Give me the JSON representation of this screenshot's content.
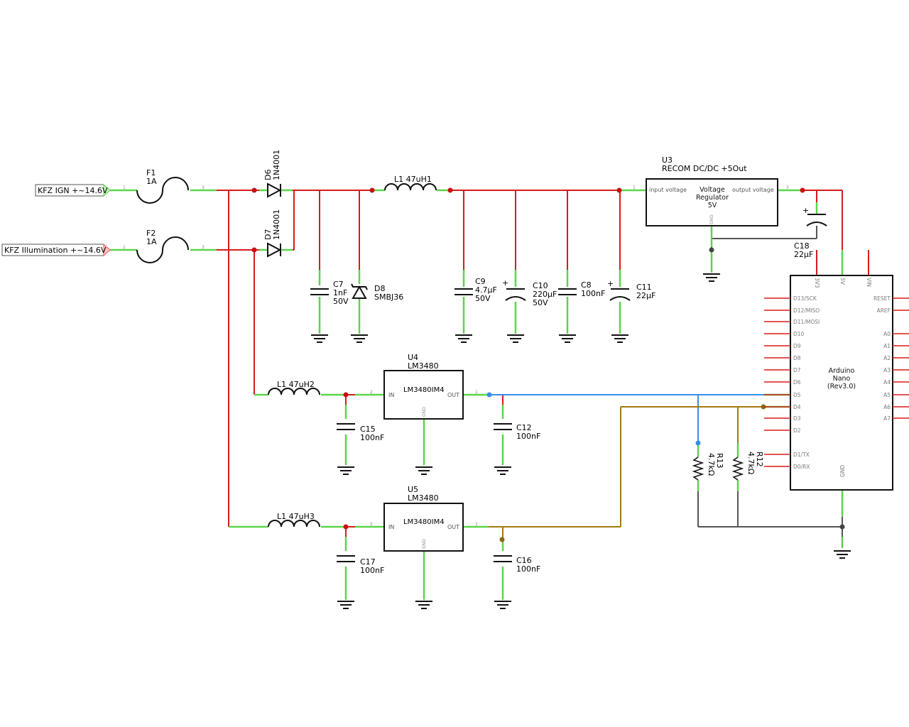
{
  "connectors": {
    "ign": "KFZ IGN +~14.6V",
    "illum": "KFZ Illumination +~14.6V"
  },
  "fuses": {
    "f1": {
      "name": "F1",
      "value": "1A"
    },
    "f2": {
      "name": "F2",
      "value": "1A"
    }
  },
  "diodes": {
    "d6": {
      "name": "D6",
      "part": "1N4001"
    },
    "d7": {
      "name": "D7",
      "part": "1N4001"
    },
    "d8": {
      "name": "D8",
      "part": "SMBJ36"
    }
  },
  "inductors": {
    "l1": "L1 47uH1",
    "l2": "L1 47uH2",
    "l3": "L1 47uH3"
  },
  "capacitors": {
    "c7": {
      "name": "C7",
      "value": "1nF",
      "voltage": "50V"
    },
    "c9": {
      "name": "C9",
      "value": "4.7µF",
      "voltage": "50V"
    },
    "c10": {
      "name": "C10",
      "value": "220µF",
      "voltage": "50V"
    },
    "c8": {
      "name": "C8",
      "value": "100nF"
    },
    "c11": {
      "name": "C11",
      "value": "22µF"
    },
    "c18": {
      "name": "C18",
      "value": "22µF"
    },
    "c15": {
      "name": "C15",
      "value": "100nF"
    },
    "c12": {
      "name": "C12",
      "value": "100nF"
    },
    "c17": {
      "name": "C17",
      "value": "100nF"
    },
    "c16": {
      "name": "C16",
      "value": "100nF"
    }
  },
  "regulator": {
    "ref": "U3",
    "title": "RECOM DC/DC +5Out",
    "label": [
      "Voltage",
      "Regulator",
      "5V"
    ],
    "in": "input voltage",
    "out": "output voltage",
    "gnd": "GND"
  },
  "u4": {
    "ref": "U4",
    "part": "LM3480",
    "body": "LM3480IM4",
    "in": "IN",
    "out": "OUT",
    "gnd": "GND"
  },
  "u5": {
    "ref": "U5",
    "part": "LM3480",
    "body": "LM3480IM4",
    "in": "IN",
    "out": "OUT",
    "gnd": "GND"
  },
  "resistors": {
    "r13": {
      "name": "R13",
      "value": "4.7kΩ"
    },
    "r12": {
      "name": "R12",
      "value": "4.7kΩ"
    }
  },
  "arduino": {
    "label": [
      "Arduino",
      "Nano",
      "(Rev3.0)"
    ],
    "top_pins": [
      "3V3",
      "5V",
      "VIN"
    ],
    "left_pins": [
      "D13/SCK",
      "D12/MISO",
      "D11/MOSI",
      "D10",
      "D9",
      "D8",
      "D7",
      "D6",
      "D5",
      "D4",
      "D3",
      "D2",
      "D1/TX",
      "D0/RX"
    ],
    "right_pins": [
      "RESET",
      "AREF",
      "A0",
      "A1",
      "A2",
      "A3",
      "A4",
      "A5",
      "A6",
      "A7"
    ],
    "gnd": "GND"
  },
  "pin_numbers": {
    "one": "1",
    "two": "2",
    "three": "3"
  },
  "colors": {
    "net_power": "#d81a1a",
    "pin_stub": "#5bd54a",
    "net_d5": "#3a8ee6",
    "net_d4": "#a47a10",
    "net_gnd": "#555555"
  }
}
